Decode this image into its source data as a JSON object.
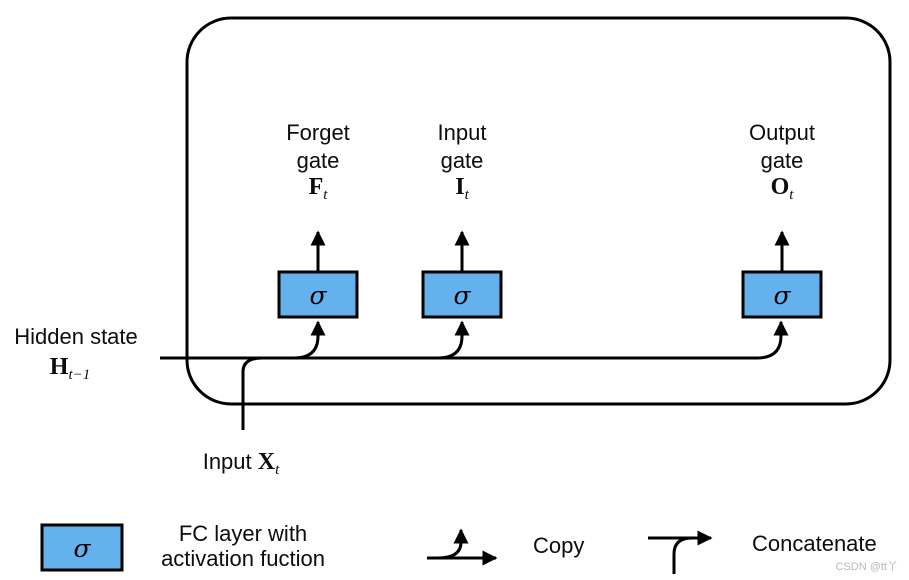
{
  "diagram": {
    "title_semantic": "LSTM gates diagram",
    "colors": {
      "box_fill": "#63b1ed",
      "stroke": "#000000",
      "watermark": "#b9b9b9"
    },
    "sigma": "σ",
    "gates": [
      {
        "line1": "Forget",
        "line2": "gate",
        "symbol": "F",
        "subscript": "t"
      },
      {
        "line1": "Input",
        "line2": "gate",
        "symbol": "I",
        "subscript": "t"
      },
      {
        "line1": "Output",
        "line2": "gate",
        "symbol": "O",
        "subscript": "t"
      }
    ],
    "hidden_state": {
      "label": "Hidden state",
      "symbol": "H",
      "subscript": "t−1"
    },
    "input": {
      "label": "Input",
      "symbol": "X",
      "subscript": "t"
    },
    "legend": {
      "fc_line1": "FC layer with",
      "fc_line2": "activation fuction",
      "sigma": "σ",
      "copy_label": "Copy",
      "concatenate_label": "Concatenate"
    },
    "watermark": "CSDN @tt丫"
  }
}
